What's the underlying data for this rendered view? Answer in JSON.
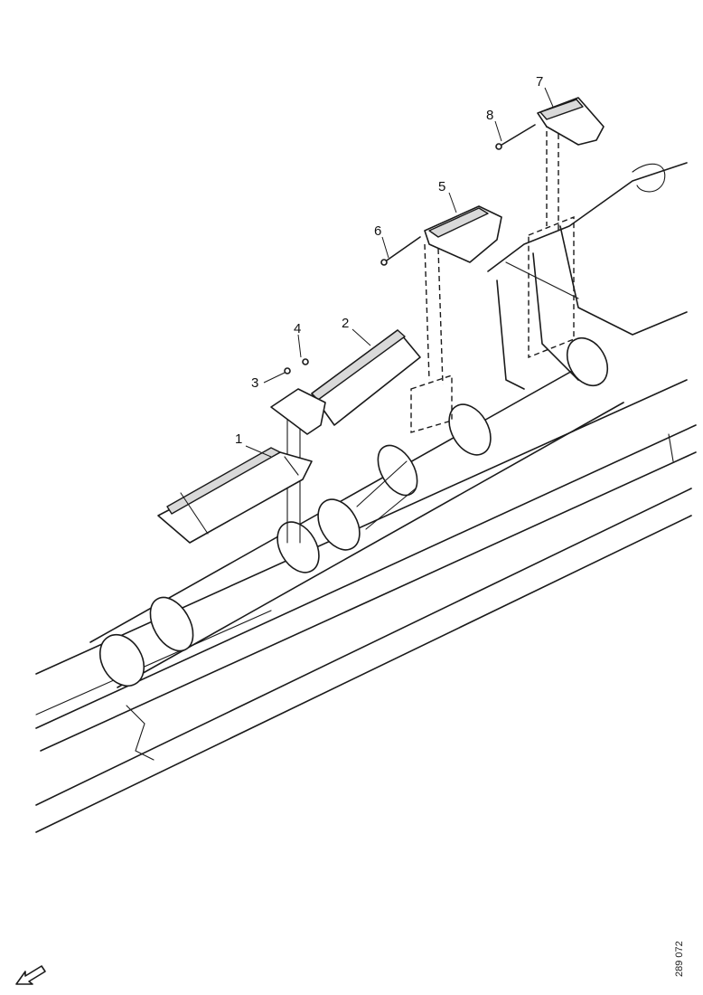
{
  "callouts": [
    {
      "id": "callout-1",
      "label": "1"
    },
    {
      "id": "callout-2",
      "label": "2"
    },
    {
      "id": "callout-3",
      "label": "3"
    },
    {
      "id": "callout-4",
      "label": "4"
    },
    {
      "id": "callout-5",
      "label": "5"
    },
    {
      "id": "callout-6",
      "label": "6"
    },
    {
      "id": "callout-7",
      "label": "7"
    },
    {
      "id": "callout-8",
      "label": "8"
    }
  ],
  "reference_code": "289 072"
}
